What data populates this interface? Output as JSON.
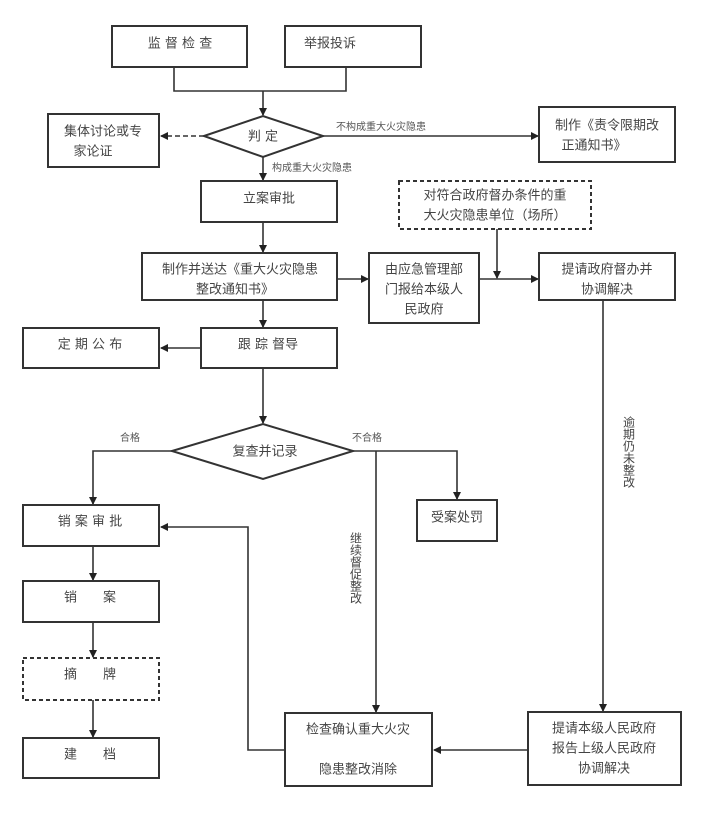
{
  "nodes": {
    "supervision": "监 督 检 查",
    "report": "举报投诉",
    "judge": "判 定",
    "discussion": [
      "集体讨论或专",
      "家论证"
    ],
    "rectify_order": [
      "制作《责令限期改",
      "正通知书》"
    ],
    "filing": "立案审批",
    "gov_condition": [
      "对符合政府督办条件的重",
      "大火灾隐患单位（场所）"
    ],
    "notice": [
      "制作并送达《重大火灾隐患",
      "整改通知书》"
    ],
    "emergency": [
      "由应急管理部",
      "门报给本级人",
      "民政府"
    ],
    "gov_supervise": [
      "提请政府督办并",
      "协调解决"
    ],
    "publish": "定 期 公 布",
    "track": "跟 踪 督导",
    "recheck": "复查并记录",
    "penalty": "受案处罚",
    "close_approve": "销 案 审 批",
    "close": "销　　案",
    "delist": "摘　　牌",
    "archive": "建　　档",
    "confirm": [
      "检查确认重大火灾",
      "隐患整改消除"
    ],
    "higher_gov": [
      "提请本级人民政府",
      "报告上级人民政府",
      "协调解决"
    ]
  },
  "labels": {
    "not_major": "不构成重大火灾隐患",
    "major": "构成重大火灾隐患",
    "pass": "合格",
    "fail": "不合格",
    "continue": "继续督促整改",
    "overdue": "逾期仍未整改"
  }
}
